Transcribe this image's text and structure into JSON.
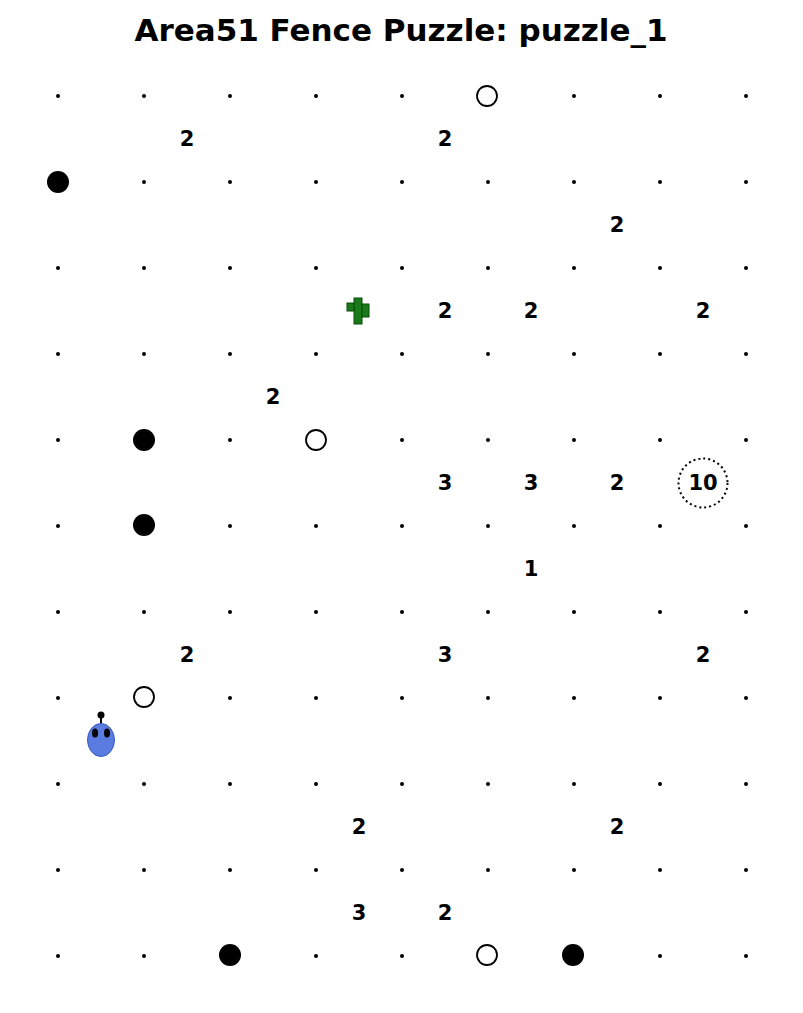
{
  "diagram": {
    "title": "Area51 Fence Puzzle: puzzle_1",
    "nodes": [
      {
        "text": [
          "10"
        ]
      }
    ],
    "labels": [
      "2",
      "2",
      "2",
      "2",
      "2",
      "2",
      "2",
      "3",
      "3",
      "2",
      "1",
      "2",
      "3",
      "2",
      "2",
      "2",
      "3",
      "2"
    ]
  }
}
